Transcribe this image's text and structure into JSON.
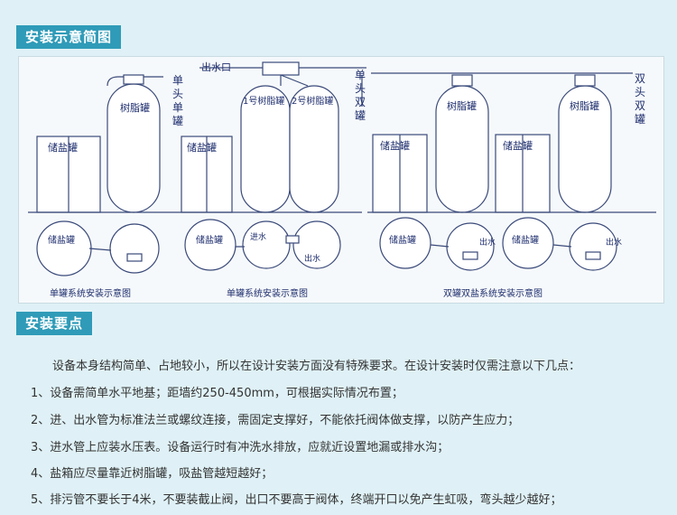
{
  "section1": {
    "title": "安装示意简图"
  },
  "diagram": {
    "labels": {
      "water_outlet": "出水口",
      "single_head_single_tank": "单头单罐",
      "single_head_double_tank": "单头双罐",
      "double_head_double_tank": "双头双罐",
      "resin_tank": "树脂罐",
      "brine_tank": "储盐罐",
      "resin_tank_1": "1号树脂罐",
      "resin_tank_2": "2号树脂罐",
      "inlet": "进水",
      "outlet": "出水"
    },
    "captions": [
      "单罐系统安装示意图",
      "单罐系统安装示意图",
      "双罐双盐系统安装示意图"
    ]
  },
  "section2": {
    "title": "安装要点",
    "intro": "设备本身结构简单、占地较小，所以在设计安装方面没有特殊要求。在设计安装时仅需注意以下几点：",
    "items": [
      "1、设备需简单水平地基；距墙约250-450mm，可根据实际情况布置；",
      "2、进、出水管为标准法兰或螺纹连接，需固定支撑好，不能依托阀体做支撑，以防产生应力；",
      "3、进水管上应装水压表。设备运行时有冲洗水排放，应就近设置地漏或排水沟；",
      "4、盐箱应尽量靠近树脂罐，吸盐管越短越好；",
      "5、排污管不要长于4米，不要装截止阀，出口不要高于阀体，终端开口以免产生虹吸，弯头越少越好；"
    ]
  }
}
